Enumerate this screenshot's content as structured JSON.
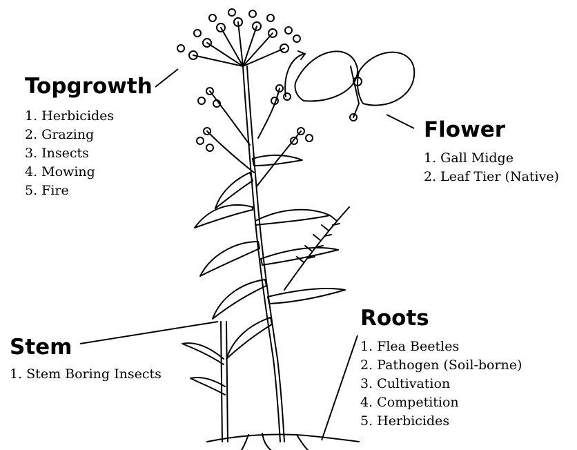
{
  "sections": {
    "topgrowth": {
      "title": "Topgrowth",
      "items": [
        "1. Herbicides",
        "2. Grazing",
        "3. Insects",
        "4. Mowing",
        "5. Fire"
      ]
    },
    "flower": {
      "title": "Flower",
      "items": [
        "1. Gall Midge",
        "2. Leaf Tier (Native)"
      ]
    },
    "stem": {
      "title": "Stem",
      "items": [
        "1. Stem Boring Insects"
      ]
    },
    "roots": {
      "title": "Roots",
      "items": [
        "1. Flea Beetles",
        "2. Pathogen (Soil-borne)",
        "3. Cultivation",
        "4. Competition",
        "5. Herbicides"
      ]
    }
  },
  "colors": {
    "ink": "#000000",
    "background": "#ffffff"
  }
}
